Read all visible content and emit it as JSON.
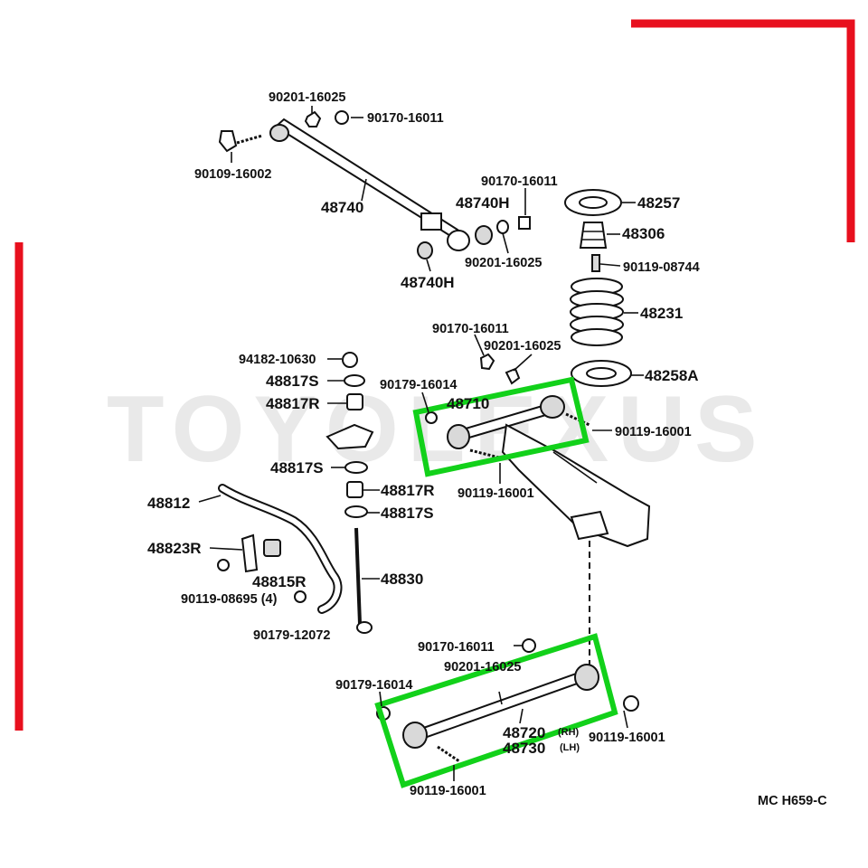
{
  "watermark": "TOYOLEXUS",
  "diagram_code": "MC H659-C",
  "colors": {
    "red_frame": "#e8101e",
    "green_highlight": "#12d11a"
  },
  "labels": {
    "p90201_16025_a": "90201-16025",
    "p90170_16011_a": "90170-16011",
    "p90109_16002": "90109-16002",
    "p48740": "48740",
    "p90170_16011_b": "90170-16011",
    "p48740H_a": "48740H",
    "p90201_16025_b": "90201-16025",
    "p48740H_b": "48740H",
    "p48257": "48257",
    "p48306": "48306",
    "p90119_08744": "90119-08744",
    "p48231": "48231",
    "p90170_16011_c": "90170-16011",
    "p90201_16025_c": "90201-16025",
    "p48258A": "48258A",
    "p94182_10630": "94182-10630",
    "p48817S_a": "48817S",
    "p48817R_a": "48817R",
    "p90179_16014_a": "90179-16014",
    "p48710": "48710",
    "p90119_16001_a": "90119-16001",
    "p48817S_b": "48817S",
    "p90119_16001_b": "90119-16001",
    "p48812": "48812",
    "p48817R_b": "48817R",
    "p48817S_c": "48817S",
    "p48823R": "48823R",
    "p48815R": "48815R",
    "p48830": "48830",
    "p90119_08695": "90119-08695 (4)",
    "p90179_12072": "90179-12072",
    "p90170_16011_d": "90170-16011",
    "p90201_16025_d": "90201-16025",
    "p90179_16014_b": "90179-16014",
    "p48720": "48720",
    "rh": "(RH)",
    "p48730": "48730",
    "lh": "(LH)",
    "p90119_16001_c": "90119-16001",
    "p90119_16001_d": "90119-16001"
  }
}
